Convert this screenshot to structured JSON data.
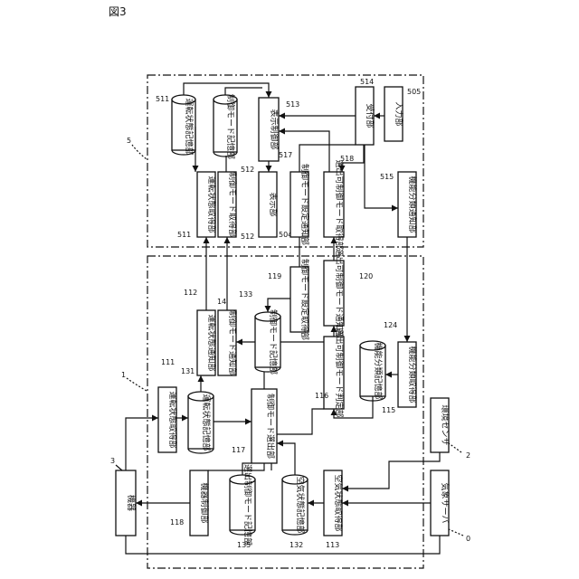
{
  "figure_label": "図3",
  "refs": {
    "system_inner": "1",
    "server_side": "5",
    "sensor_ref": "2",
    "weather_ref": "0",
    "device_ref": "3"
  },
  "blocks": {
    "op_state_acq": "運転状態取得部",
    "op_state_store": "運転状態記憶部",
    "ctrl_mode_decide": "制御モード選出部",
    "op_state_notify": "運転状態通知部",
    "ctrl_mode_notify": "制御モード通知部",
    "ctrl_mode_store": "制御モード記憶部",
    "mode_set_acq": "制御モード設定取得部",
    "selectable_notify": "選出可制御モード通知部",
    "selectable_judge": "選出可制御モード判定部",
    "func_class_store": "機能分類記憶部",
    "func_class_acq": "機能分類取得部",
    "device_ctrl": "機器制御部",
    "candidate_store": "選出制御モード記憶部",
    "air_state_store": "空気状態記憶部",
    "air_state_acq": "空気状態取得部",
    "device": "機器",
    "env_sensor": "環境センサ",
    "weather_server": "気象サーバ",
    "srv_op_state_store": "運転状態記憶部",
    "srv_ctrl_mode_store": "制御モード記憶部",
    "display_ctrl": "表示制御部",
    "srv_op_state_acq": "運転状態取得部",
    "srv_ctrl_mode_acq": "制御モード取得部",
    "display": "表示部",
    "mode_set_notify": "制御モード設定通知部",
    "selectable_acq": "選出可制御モード取得部",
    "receiver": "受付部",
    "input": "入力部",
    "func_class_notify": "機能分類通知部"
  },
  "numbers": {
    "n111": "111",
    "n131": "131",
    "n112": "112",
    "n14": "14",
    "n133": "133",
    "n119": "119",
    "n120": "120",
    "n124": "124",
    "n116": "116",
    "n115": "115",
    "n117": "117",
    "n118": "118",
    "n135": "135",
    "n132": "132",
    "n113": "113",
    "n511": "511",
    "n512": "512",
    "n513": "513",
    "n514": "514",
    "n505": "505",
    "n517": "517",
    "n518": "518",
    "n515": "515",
    "n504": "504",
    "n511b": "511",
    "n512b": "512"
  }
}
